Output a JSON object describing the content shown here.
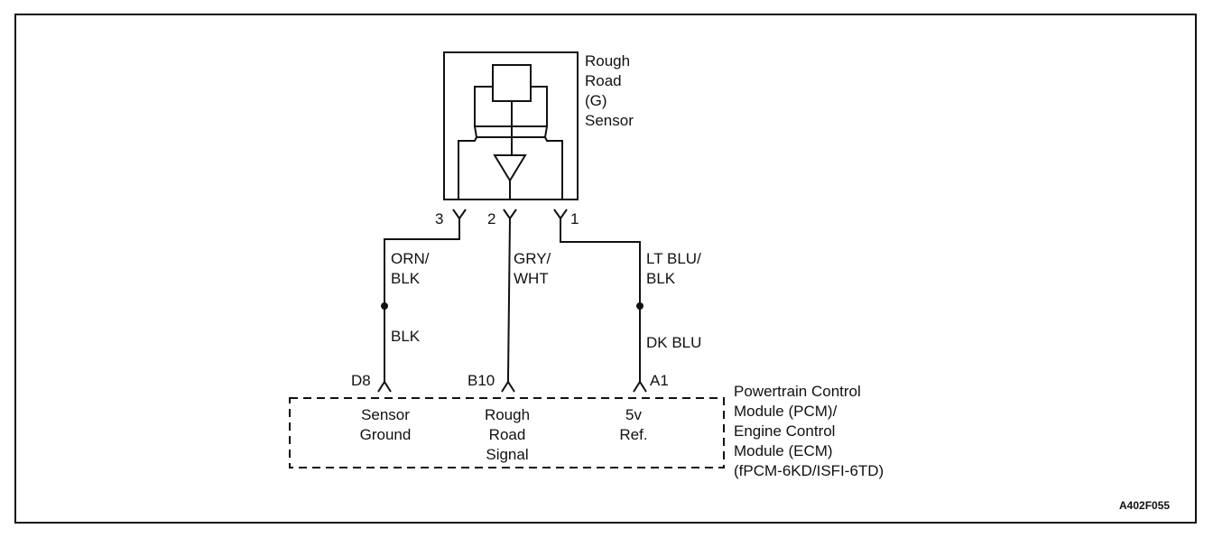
{
  "sensor": {
    "label_lines": [
      "Rough",
      "Road",
      "(G)",
      "Sensor"
    ],
    "pins": [
      "3",
      "2",
      "1"
    ]
  },
  "wires": {
    "left_upper": [
      "ORN/",
      "BLK"
    ],
    "left_lower": "BLK",
    "middle": [
      "GRY/",
      "WHT"
    ],
    "right_upper": [
      "LT BLU/",
      "BLK"
    ],
    "right_lower": "DK BLU"
  },
  "module": {
    "pins": [
      "D8",
      "B10",
      "A1"
    ],
    "pin_labels": [
      [
        "Sensor",
        "Ground"
      ],
      [
        "Rough",
        "Road",
        "Signal"
      ],
      [
        "5v",
        "Ref."
      ]
    ],
    "name_lines": [
      "Powertrain Control",
      "Module (PCM)/",
      "Engine Control",
      "Module (ECM)",
      "(fPCM-6KD/ISFI-6TD)"
    ]
  },
  "figure_id": "A402F055"
}
